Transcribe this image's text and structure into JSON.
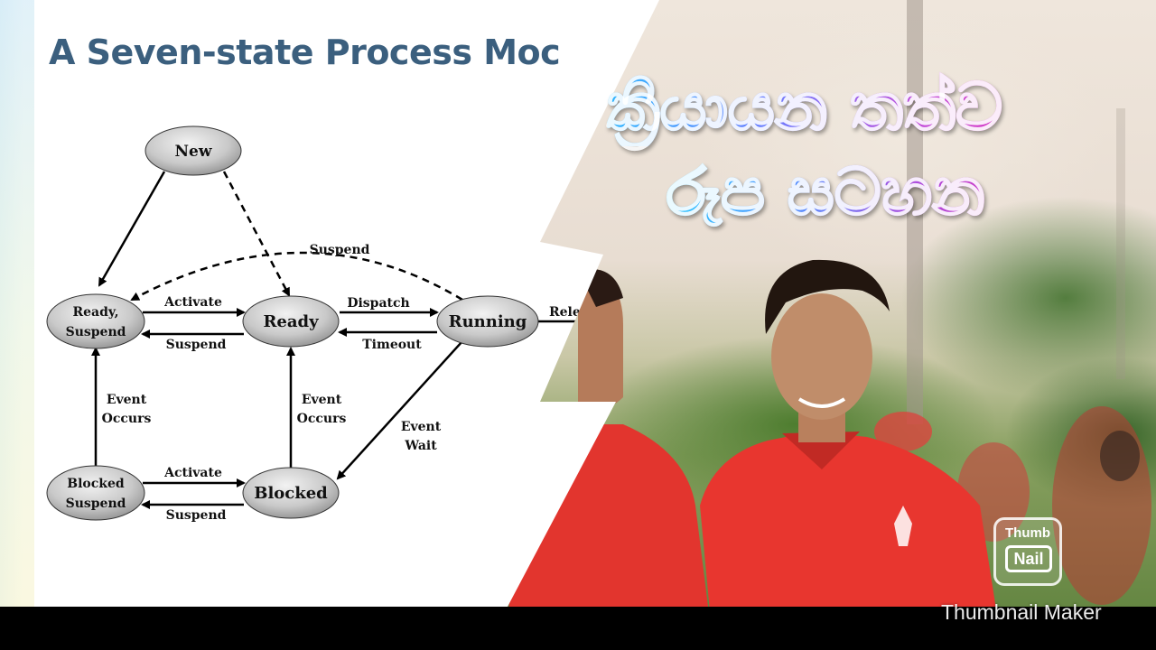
{
  "slide": {
    "title": "A Seven-state Process Moc"
  },
  "diagram": {
    "states": {
      "new": "New",
      "ready_suspend_line1": "Ready,",
      "ready_suspend_line2": "Suspend",
      "ready": "Ready",
      "running": "Running",
      "blocked_suspend_line1": "Blocked",
      "blocked_suspend_line2": "Suspend",
      "blocked": "Blocked"
    },
    "transitions": {
      "suspend_top": "Suspend",
      "activate_top": "Activate",
      "suspend_mid": "Suspend",
      "dispatch": "Dispatch",
      "timeout": "Timeout",
      "release_partial": "Relea",
      "event_occurs_left_1": "Event",
      "event_occurs_left_2": "Occurs",
      "event_occurs_mid_1": "Event",
      "event_occurs_mid_2": "Occurs",
      "event_wait_1": "Event",
      "event_wait_2": "Wait",
      "activate_bottom": "Activate",
      "suspend_bottom": "Suspend"
    }
  },
  "heading": {
    "line1": "ක්‍රියායන තත්ව",
    "line2": "රූප සටහන"
  },
  "watermark": {
    "logo_top": "Thumb",
    "logo_box": "Nail",
    "text": "Thumbnail Maker"
  }
}
